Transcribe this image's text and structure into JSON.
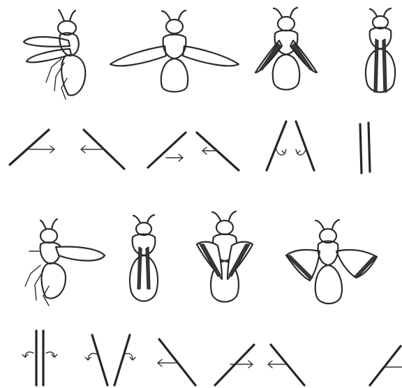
{
  "figure": {
    "rows": [
      {
        "id": "upper-sequence",
        "insects": [
          "insect-side-view-wing-raised",
          "insect-dorsal-wings-spread",
          "insect-dorsal-wings-folding",
          "insect-dorsal-wings-folded"
        ],
        "wing_diagrams": [
          "wing-line-tilted-arrow-right",
          "wing-line-tilted-arrow-left",
          "wing-pair-open-arrows-inward",
          "wing-pair-converging-arrows-inward",
          "wing-pair-parallel-closed"
        ]
      },
      {
        "id": "lower-sequence",
        "insects": [
          "insect-side-view-wing-extended",
          "insect-dorsal-wings-folded",
          "insect-dorsal-wings-opening",
          "insect-dorsal-wings-spread"
        ],
        "wing_diagrams": [
          "wing-pair-parallel-arrows-outward",
          "wing-pair-diverging-arrows-outward",
          "wing-pair-open-arrow-left",
          "wing-line-tilted-arrow-left",
          "wing-line-tilted-arrow-right"
        ]
      }
    ],
    "colors": {
      "ink": "#2b2b2b",
      "background": "#ffffff"
    }
  }
}
